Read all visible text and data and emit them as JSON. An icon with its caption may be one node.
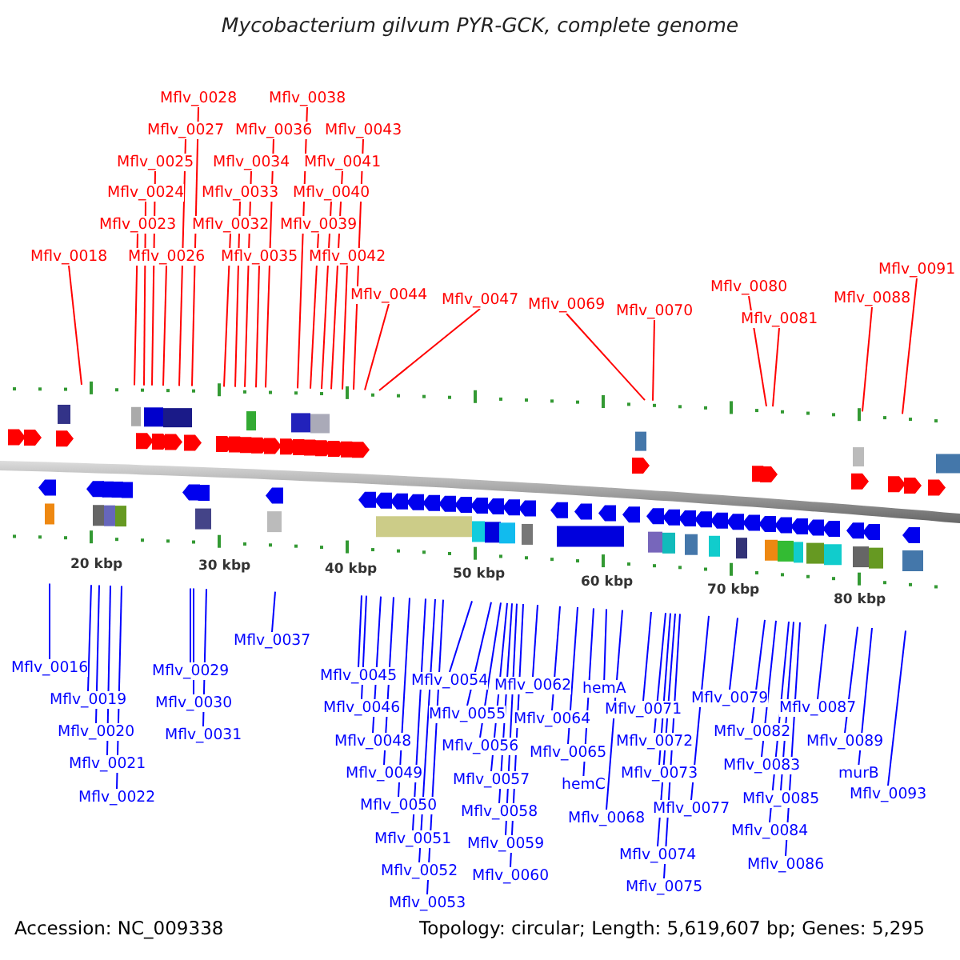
{
  "diagram": {
    "title": "Mycobacterium gilvum PYR-GCK, complete genome",
    "nodes": [
      {
        "text": [
          "Mflv_0018"
        ]
      },
      {
        "text": [
          "Mflv_0023"
        ]
      },
      {
        "text": [
          "Mflv_0024"
        ]
      },
      {
        "text": [
          "Mflv_0025"
        ]
      },
      {
        "text": [
          "Mflv_0026"
        ]
      },
      {
        "text": [
          "Mflv_0027"
        ]
      },
      {
        "text": [
          "Mflv_0028"
        ]
      },
      {
        "text": [
          "Mflv_0032"
        ]
      },
      {
        "text": [
          "Mflv_0033"
        ]
      },
      {
        "text": [
          "Mflv_0034"
        ]
      },
      {
        "text": [
          "Mflv_0035"
        ]
      },
      {
        "text": [
          "Mflv_0036"
        ]
      },
      {
        "text": [
          "Mflv_0038"
        ]
      },
      {
        "text": [
          "Mflv_0039"
        ]
      },
      {
        "text": [
          "Mflv_0040"
        ]
      },
      {
        "text": [
          "Mflv_0041"
        ]
      },
      {
        "text": [
          "Mflv_0042"
        ]
      },
      {
        "text": [
          "Mflv_0043"
        ]
      },
      {
        "text": [
          "Mflv_0044"
        ]
      },
      {
        "text": [
          "Mflv_0047"
        ]
      },
      {
        "text": [
          "Mflv_0069"
        ]
      },
      {
        "text": [
          "Mflv_0070"
        ]
      },
      {
        "text": [
          "Mflv_0080"
        ]
      },
      {
        "text": [
          "Mflv_0081"
        ]
      },
      {
        "text": [
          "Mflv_0088"
        ]
      },
      {
        "text": [
          "Mflv_0091"
        ]
      },
      {
        "text": [
          "Mflv_0016"
        ]
      },
      {
        "text": [
          "Mflv_0019"
        ]
      },
      {
        "text": [
          "Mflv_0020"
        ]
      },
      {
        "text": [
          "Mflv_0021"
        ]
      },
      {
        "text": [
          "Mflv_0022"
        ]
      },
      {
        "text": [
          "Mflv_0029"
        ]
      },
      {
        "text": [
          "Mflv_0030"
        ]
      },
      {
        "text": [
          "Mflv_0031"
        ]
      },
      {
        "text": [
          "Mflv_0037"
        ]
      },
      {
        "text": [
          "Mflv_0045"
        ]
      },
      {
        "text": [
          "Mflv_0046"
        ]
      },
      {
        "text": [
          "Mflv_0048"
        ]
      },
      {
        "text": [
          "Mflv_0049"
        ]
      },
      {
        "text": [
          "Mflv_0050"
        ]
      },
      {
        "text": [
          "Mflv_0051"
        ]
      },
      {
        "text": [
          "Mflv_0052"
        ]
      },
      {
        "text": [
          "Mflv_0053"
        ]
      },
      {
        "text": [
          "Mflv_0054"
        ]
      },
      {
        "text": [
          "Mflv_0055"
        ]
      },
      {
        "text": [
          "Mflv_0056"
        ]
      },
      {
        "text": [
          "Mflv_0057"
        ]
      },
      {
        "text": [
          "Mflv_0058"
        ]
      },
      {
        "text": [
          "Mflv_0059"
        ]
      },
      {
        "text": [
          "Mflv_0060"
        ]
      },
      {
        "text": [
          "Mflv_0062"
        ]
      },
      {
        "text": [
          "Mflv_0064"
        ]
      },
      {
        "text": [
          "Mflv_0065"
        ]
      },
      {
        "text": [
          "hemC"
        ]
      },
      {
        "text": [
          "hemA"
        ]
      },
      {
        "text": [
          "Mflv_0068"
        ]
      },
      {
        "text": [
          "Mflv_0071"
        ]
      },
      {
        "text": [
          "Mflv_0072"
        ]
      },
      {
        "text": [
          "Mflv_0073"
        ]
      },
      {
        "text": [
          "Mflv_0074"
        ]
      },
      {
        "text": [
          "Mflv_0075"
        ]
      },
      {
        "text": [
          "Mflv_0077"
        ]
      },
      {
        "text": [
          "Mflv_0079"
        ]
      },
      {
        "text": [
          "Mflv_0082"
        ]
      },
      {
        "text": [
          "Mflv_0083"
        ]
      },
      {
        "text": [
          "Mflv_0084"
        ]
      },
      {
        "text": [
          "Mflv_0085"
        ]
      },
      {
        "text": [
          "Mflv_0086"
        ]
      },
      {
        "text": [
          "Mflv_0087"
        ]
      },
      {
        "text": [
          "Mflv_0089"
        ]
      },
      {
        "text": [
          "murB"
        ]
      },
      {
        "text": [
          "Mflv_0093"
        ]
      }
    ],
    "edges": [
      {
        "from": 0,
        "to": null,
        "arrow": "none",
        "color": "#ff0000"
      },
      {
        "from": 1,
        "to": null,
        "arrow": "none",
        "color": "#ff0000"
      },
      {
        "from": 2,
        "to": null,
        "arrow": "none",
        "color": "#ff0000"
      },
      {
        "from": 3,
        "to": null,
        "arrow": "none",
        "color": "#ff0000"
      },
      {
        "from": 4,
        "to": null,
        "arrow": "none",
        "color": "#ff0000"
      },
      {
        "from": 5,
        "to": null,
        "arrow": "none",
        "color": "#ff0000"
      },
      {
        "from": 6,
        "to": null,
        "arrow": "none",
        "color": "#ff0000"
      },
      {
        "from": 7,
        "to": null,
        "arrow": "none",
        "color": "#ff0000"
      },
      {
        "from": 8,
        "to": null,
        "arrow": "none",
        "color": "#ff0000"
      },
      {
        "from": 9,
        "to": null,
        "arrow": "none",
        "color": "#ff0000"
      },
      {
        "from": 10,
        "to": null,
        "arrow": "none",
        "color": "#ff0000"
      },
      {
        "from": 11,
        "to": null,
        "arrow": "none",
        "color": "#ff0000"
      },
      {
        "from": 12,
        "to": null,
        "arrow": "none",
        "color": "#ff0000"
      },
      {
        "from": 13,
        "to": null,
        "arrow": "none",
        "color": "#ff0000"
      },
      {
        "from": 14,
        "to": null,
        "arrow": "none",
        "color": "#ff0000"
      },
      {
        "from": 15,
        "to": null,
        "arrow": "none",
        "color": "#ff0000"
      },
      {
        "from": 16,
        "to": null,
        "arrow": "none",
        "color": "#ff0000"
      },
      {
        "from": 17,
        "to": null,
        "arrow": "none",
        "color": "#ff0000"
      },
      {
        "from": 18,
        "to": null,
        "arrow": "none",
        "color": "#ff0000"
      },
      {
        "from": 19,
        "to": null,
        "arrow": "none",
        "color": "#ff0000"
      },
      {
        "from": 20,
        "to": null,
        "arrow": "none",
        "color": "#ff0000"
      },
      {
        "from": 21,
        "to": null,
        "arrow": "none",
        "color": "#ff0000"
      },
      {
        "from": 22,
        "to": null,
        "arrow": "none",
        "color": "#ff0000"
      },
      {
        "from": 23,
        "to": null,
        "arrow": "none",
        "color": "#ff0000"
      },
      {
        "from": 24,
        "to": null,
        "arrow": "none",
        "color": "#ff0000"
      },
      {
        "from": 25,
        "to": null,
        "arrow": "none",
        "color": "#ff0000"
      },
      {
        "from": 26,
        "to": null,
        "arrow": "none"
      },
      {
        "from": 27,
        "to": null,
        "arrow": "none"
      },
      {
        "from": 28,
        "to": null,
        "arrow": "none"
      },
      {
        "from": 29,
        "to": null,
        "arrow": "none"
      },
      {
        "from": 30,
        "to": null,
        "arrow": "none"
      },
      {
        "from": 31,
        "to": null,
        "arrow": "none"
      },
      {
        "from": 32,
        "to": null,
        "arrow": "none"
      },
      {
        "from": 33,
        "to": null,
        "arrow": "none"
      },
      {
        "from": 34,
        "to": null,
        "arrow": "none"
      },
      {
        "from": 35,
        "to": null,
        "arrow": "none"
      },
      {
        "from": 36,
        "to": null,
        "arrow": "none"
      },
      {
        "from": 37,
        "to": null,
        "arrow": "none"
      },
      {
        "from": 38,
        "to": null,
        "arrow": "none"
      },
      {
        "from": 39,
        "to": null,
        "arrow": "none"
      },
      {
        "from": 40,
        "to": null,
        "arrow": "none"
      },
      {
        "from": 41,
        "to": null,
        "arrow": "none"
      },
      {
        "from": 42,
        "to": null,
        "arrow": "none"
      },
      {
        "from": 43,
        "to": null,
        "arrow": "none"
      },
      {
        "from": 44,
        "to": null,
        "arrow": "none"
      },
      {
        "from": 45,
        "to": null,
        "arrow": "none"
      },
      {
        "from": 46,
        "to": null,
        "arrow": "none"
      },
      {
        "from": 47,
        "to": null,
        "arrow": "none"
      },
      {
        "from": 48,
        "to": null,
        "arrow": "none"
      },
      {
        "from": 49,
        "to": null,
        "arrow": "none"
      },
      {
        "from": 50,
        "to": null,
        "arrow": "none"
      },
      {
        "from": 51,
        "to": null,
        "arrow": "none"
      },
      {
        "from": 52,
        "to": null,
        "arrow": "none"
      },
      {
        "from": 53,
        "to": null,
        "arrow": "none"
      },
      {
        "from": 54,
        "to": null,
        "arrow": "none"
      },
      {
        "from": 55,
        "to": null,
        "arrow": "none"
      },
      {
        "from": 56,
        "to": null,
        "arrow": "none"
      },
      {
        "from": 57,
        "to": null,
        "arrow": "none"
      },
      {
        "from": 58,
        "to": null,
        "arrow": "none"
      },
      {
        "from": 59,
        "to": null,
        "arrow": "none"
      },
      {
        "from": 60,
        "to": null,
        "arrow": "none"
      },
      {
        "from": 61,
        "to": null,
        "arrow": "none"
      },
      {
        "from": 62,
        "to": null,
        "arrow": "none"
      },
      {
        "from": 63,
        "to": null,
        "arrow": "none"
      },
      {
        "from": 64,
        "to": null,
        "arrow": "none"
      },
      {
        "from": 65,
        "to": null,
        "arrow": "none"
      },
      {
        "from": 66,
        "to": null,
        "arrow": "none"
      },
      {
        "from": 67,
        "to": null,
        "arrow": "none"
      },
      {
        "from": 68,
        "to": null,
        "arrow": "none"
      },
      {
        "from": 69,
        "to": null,
        "arrow": "none"
      },
      {
        "from": 70,
        "to": null,
        "arrow": "none"
      },
      {
        "from": 71,
        "to": null,
        "arrow": "none"
      }
    ],
    "labels": [
      "20 kbp",
      "30 kbp",
      "40 kbp",
      "50 kbp",
      "60 kbp",
      "70 kbp",
      "80 kbp",
      "Accession: NC_009338",
      "Topology: circular; Length: 5,619,607 bp; Genes: 5,295"
    ]
  }
}
